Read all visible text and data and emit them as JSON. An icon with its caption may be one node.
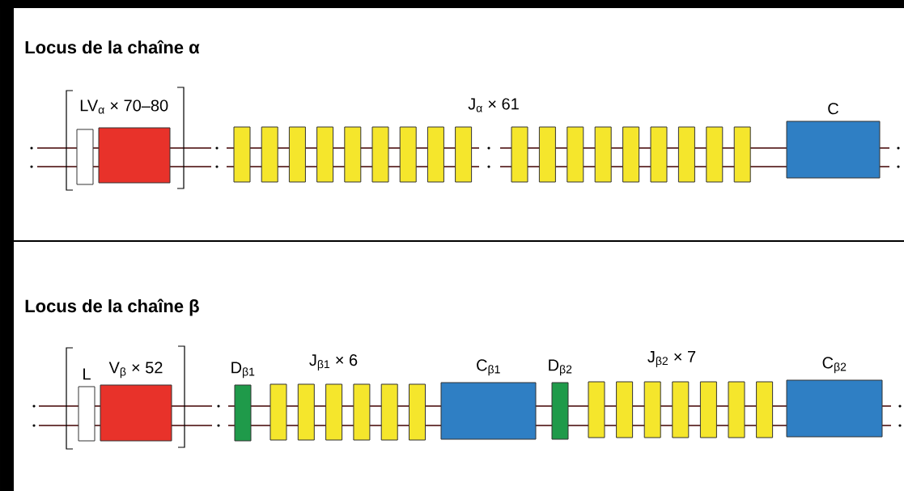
{
  "diagram": {
    "nodes": [
      {
        "text": [],
        "shape": "box"
      },
      {
        "text": [],
        "shape": "box"
      },
      {
        "text": [],
        "shape": "box"
      },
      {
        "text": [],
        "shape": "box"
      },
      {
        "text": [],
        "shape": "box"
      },
      {
        "text": [],
        "shape": "box"
      },
      {
        "text": [],
        "shape": "box"
      },
      {
        "text": [],
        "shape": "box"
      },
      {
        "text": [],
        "shape": "box"
      },
      {
        "text": [],
        "shape": "box"
      },
      {
        "text": [],
        "shape": "box"
      },
      {
        "text": [],
        "shape": "box"
      },
      {
        "text": [],
        "shape": "box"
      },
      {
        "text": [],
        "shape": "box"
      },
      {
        "text": [],
        "shape": "box"
      },
      {
        "text": [],
        "shape": "box"
      },
      {
        "text": [],
        "shape": "box"
      },
      {
        "text": [],
        "shape": "box"
      },
      {
        "text": [],
        "shape": "box"
      },
      {
        "text": [],
        "shape": "box"
      },
      {
        "text": [
          "C"
        ]
      },
      {
        "text": [
          "L"
        ]
      },
      {
        "text": [
          "V$_{β}$ × 52"
        ]
      },
      {
        "text": [
          "D$_{β1}$"
        ]
      },
      {
        "text": [],
        "shape": "box"
      },
      {
        "text": [],
        "shape": "box"
      },
      {
        "text": [],
        "shape": "box"
      },
      {
        "text": [],
        "shape": "box"
      },
      {
        "text": [],
        "shape": "box"
      },
      {
        "text": [],
        "shape": "box"
      },
      {
        "text": [
          "C$_{β1}$"
        ]
      },
      {
        "text": [
          "D$_{β2}$"
        ]
      },
      {
        "text": [],
        "shape": "box"
      },
      {
        "text": [],
        "shape": "box"
      },
      {
        "text": [],
        "shape": "box"
      },
      {
        "text": [],
        "shape": "box"
      },
      {
        "text": [],
        "shape": "box"
      },
      {
        "text": [],
        "shape": "box"
      },
      {
        "text": [],
        "shape": "box"
      },
      {
        "text": [
          "C$_{β2}$"
        ]
      }
    ],
    "labels": [
      "Locus de la chaîne α",
      "LV$_{α}$ × 70–80",
      "J$_{α}$ × 61",
      "Locus de la chaîne β",
      "J$_{β1}$ × 6",
      "J$_{β2}$ × 7"
    ]
  }
}
